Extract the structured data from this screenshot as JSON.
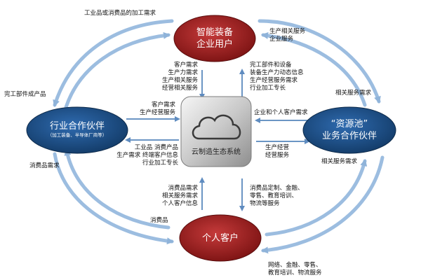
{
  "nodes": {
    "top": {
      "line1": "智能装备",
      "line2": "企业用户"
    },
    "left": {
      "line1": "行业合作伙伴",
      "line2": "（加工装备、半导体厂商等）"
    },
    "right": {
      "line1": "“资源池”",
      "line2": "业务合作伙伴"
    },
    "bottom": {
      "line1": "个人客户"
    },
    "center": {
      "label": "云制造生态系统"
    }
  },
  "labels": {
    "outer_top_left": "工业品或消费品的加工需求",
    "outer_top_right": [
      "生产相关服务",
      "企业服务"
    ],
    "outer_left": "完工部件成产品",
    "outer_right_upper": "相关服务需求",
    "outer_right_lower": "相关服务需求",
    "outer_left_lower": "消费品需求",
    "outer_bottom_left": "消费品",
    "outer_bottom_right": [
      "网络、金融、零售、",
      "教育培训、物流服务"
    ],
    "top_to_center": [
      "客户需求",
      "生产力需求",
      "生产相关服务",
      "经营相关服务"
    ],
    "center_to_top": [
      "完工部件和设备",
      "装备生产力动态信息",
      "生产经营服务需求",
      "行业加工专长"
    ],
    "left_to_center": [
      "客户需求",
      "生产经营服务"
    ],
    "center_to_left": [
      "工业品  消费产品",
      "生产需求  终端客户信息",
      "行业加工专长"
    ],
    "right_to_center": "企业和个人客户需求",
    "center_to_right": [
      "生产经营",
      "经营服务"
    ],
    "bottom_to_center": [
      "消费品需求",
      "相关服务需求",
      "个人客户信息"
    ],
    "center_to_bottom": [
      "消费品定制、金融、",
      "零售、教育培训、",
      "物流等服务"
    ]
  },
  "colors": {
    "red_node": "#9a1d1d",
    "blue_node": "#1c4f86",
    "arrow": "#8fb3d9",
    "inner_arrow": "#6b95c4"
  }
}
